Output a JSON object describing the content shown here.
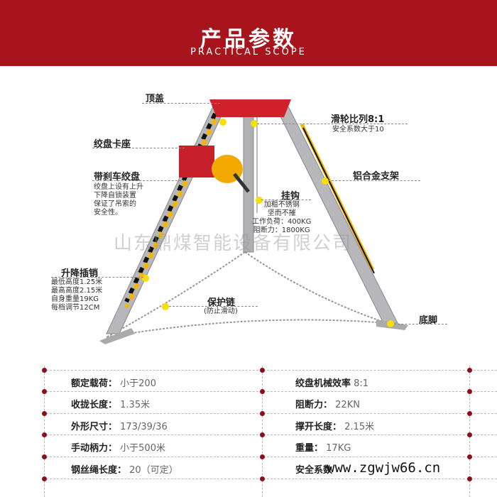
{
  "header": {
    "title": "产品参数",
    "subtitle": "PRACTICAL SCOPE",
    "color": "#a8141c"
  },
  "callouts": {
    "top_cap": "顶盖",
    "winch_mount": "绞盘卡座",
    "brake_winch": {
      "title": "带刹车绞盘",
      "lines": [
        "绞盘上设有上升",
        "下降自锁装置",
        "保证了吊索的",
        "安全性。"
      ]
    },
    "lift_pin": {
      "title": "升降插销",
      "lines": [
        "最低高度1.25米",
        "最高高度2.15米",
        "自身重量19KG",
        "每档调节12CM"
      ]
    },
    "pulley": {
      "title": "滑轮比列8:1",
      "lines": [
        "安全系数大于10"
      ]
    },
    "alloy_frame": "铝合金支架",
    "hook": {
      "title": "挂钩",
      "lines": [
        "加粗不锈钢",
        "坚而不摧",
        "工作负荷：400KG",
        "阻断力：1800KG"
      ]
    },
    "chain": {
      "title": "保护链",
      "lines": [
        "(防止滑动)"
      ]
    },
    "foot": "底脚"
  },
  "watermark": "山东鼎煤智能设备有限公司",
  "site_watermark": "www.zgwjw66.cn",
  "specs": [
    {
      "k": "额定载荷：",
      "v": "小于200"
    },
    {
      "k": "绞盘机械效率",
      "v": "8:1"
    },
    {
      "k": "收拢长度：",
      "v": "1.35米"
    },
    {
      "k": "阻断力：",
      "v": "22KN"
    },
    {
      "k": "外形尺寸：",
      "v": "173/39/36"
    },
    {
      "k": "撑开长度：",
      "v": "2.15米"
    },
    {
      "k": "手动柄力：",
      "v": "小于500米"
    },
    {
      "k": "重量：",
      "v": "17KG"
    },
    {
      "k": "钢丝绳长度：",
      "v": "20（可定）"
    },
    {
      "k": "安全系数",
      "v": ""
    }
  ]
}
